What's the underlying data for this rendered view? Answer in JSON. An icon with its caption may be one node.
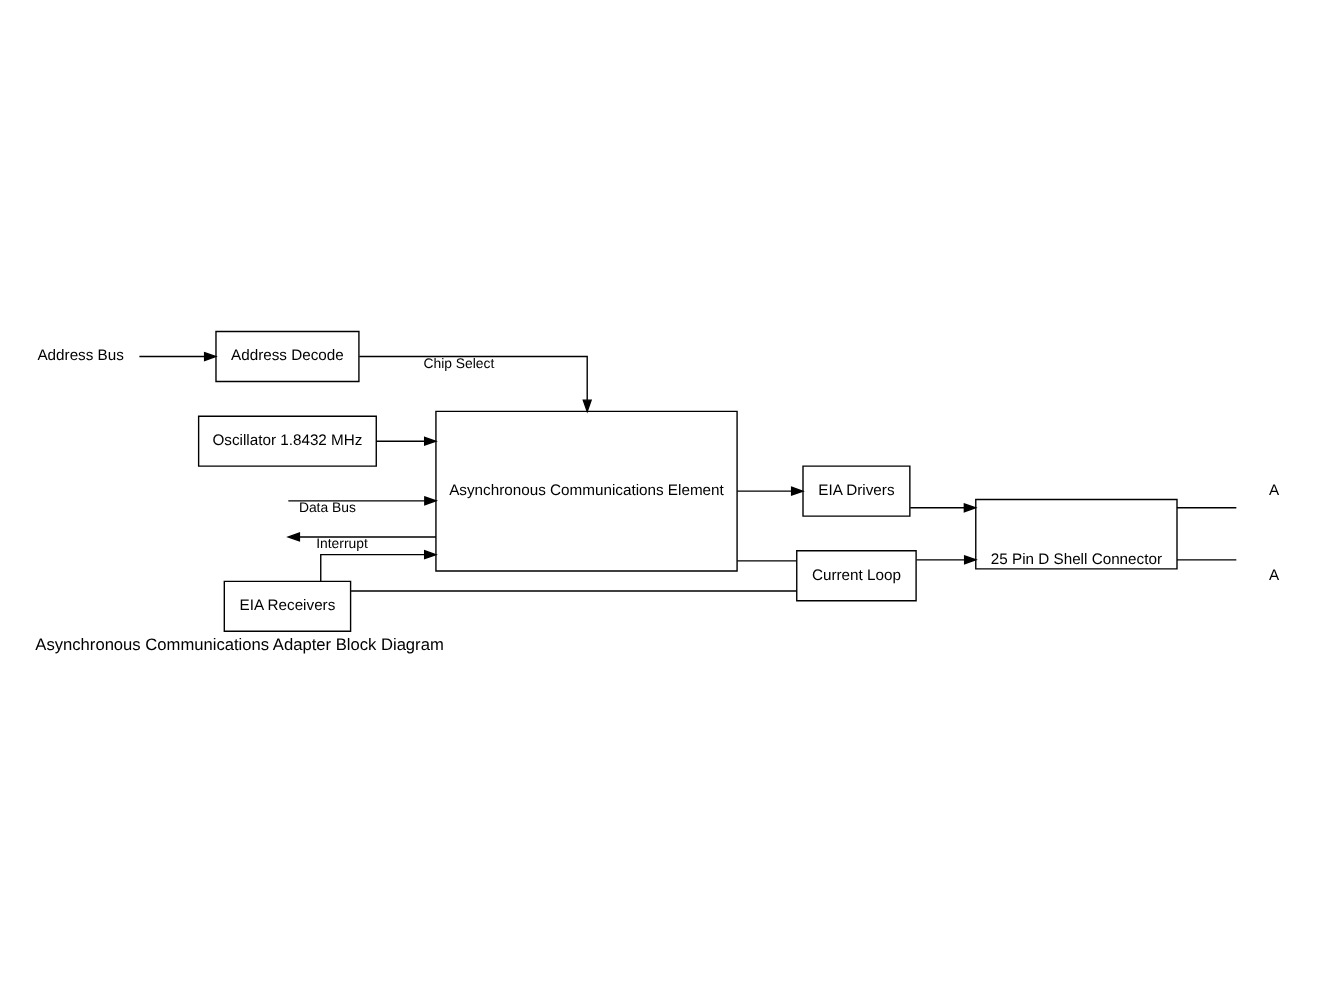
{
  "diagram": {
    "caption": "Asynchronous Communications Adapter Block Diagram",
    "nodes": [
      {
        "text": [
          "Address Bus"
        ]
      },
      {
        "text": [
          "Address Decode"
        ]
      },
      {
        "text": [
          "Asynchronous Communications Element"
        ]
      },
      {
        "text": [
          "Oscillator 1.8432 MHz"
        ]
      },
      {
        "text": [
          "EIA Receivers"
        ]
      },
      {
        "text": [
          "EIA Drivers"
        ]
      },
      {
        "text": [
          "Current Loop"
        ]
      },
      {
        "text": [
          "25 Pin D Shell Connector"
        ]
      },
      {
        "text": [
          "A"
        ]
      },
      {
        "text": [
          "A"
        ]
      }
    ],
    "edges": [
      {
        "from": 0,
        "to": 1,
        "arrow": "to"
      },
      {
        "from": 1,
        "to": 2,
        "arrow": "to",
        "label": "Chip Select"
      },
      {
        "from": null,
        "to": 2,
        "arrow": "to",
        "label": "Data Bus"
      },
      {
        "from": 2,
        "to": null,
        "arrow": "to",
        "label": "Interrupt"
      },
      {
        "from": 3,
        "to": 2,
        "arrow": "to"
      },
      {
        "from": 4,
        "to": 2,
        "arrow": "to"
      },
      {
        "from": 4,
        "to": 6,
        "arrow": "none"
      },
      {
        "from": 2,
        "to": 5,
        "arrow": "to"
      },
      {
        "from": 2,
        "to": 6,
        "arrow": "none"
      },
      {
        "from": 6,
        "to": 7,
        "arrow": "to"
      },
      {
        "from": 5,
        "to": 7,
        "arrow": "to"
      },
      {
        "from": 7,
        "to": 8,
        "arrow": "none"
      },
      {
        "from": 7,
        "to": 9,
        "arrow": "none"
      }
    ]
  }
}
